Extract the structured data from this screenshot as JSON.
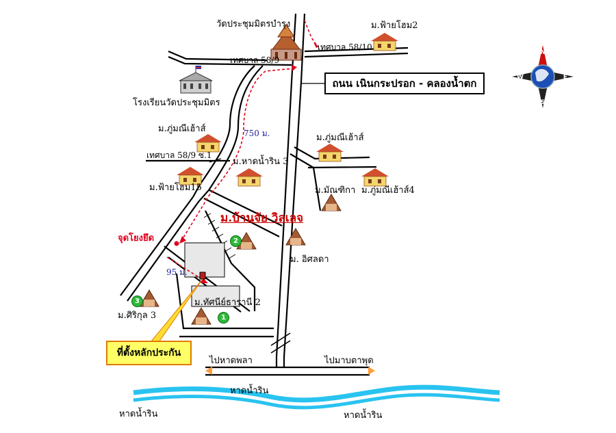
{
  "colors": {
    "road": "#000000",
    "route": "#e0001b",
    "river": "#29c3f0",
    "house_roof": "#d0502e",
    "house_wall": "#f3d66c",
    "num_badge": "#2fb83a",
    "site_box_fill": "#ffff66",
    "site_box_border": "#e07a00"
  },
  "labels": {
    "temple": "วัดประชุมมิตรบำรุง",
    "school": "โรงเรียนวัดประชุมมิตร",
    "tessaban_58_9": "เทศบาล 58/9",
    "tessaban_58_10": "เทศบาล 58/10",
    "tessaban_58_9_soi1": "เทศบาล 58/9 ซ.1",
    "main_road": "ถนน เนินกระปรอก - คลองน้ำตก",
    "dist_750": "750 ม.",
    "dist_95": "95 ม.",
    "phumanee": "ม.ภู่มณีเฮ้าส์",
    "phumanee_right": "ม.ภู่มณีเฮ้าส์",
    "phumanee4": "ม.ภู่มณีเฮ้าส์4",
    "fai_hom2": "ม.ฟ้ายโฮม2",
    "fai_hom15": "ม.ฟ้ายโฮม15",
    "had_namrin3": "ม.หาดน้ำริน 3",
    "manjika": "ม.มัณฑิกา",
    "issaladar": "ม. อิศลดา",
    "ban_chai": "ม.บ้านจัย วิลเลจ",
    "jud_yong_yued": "จุดโยงยึด",
    "siri_kul3": "ม.ศิริกุล 3",
    "tassanee": "ม.ทัศนีย์ธารานี 2",
    "site": "ที่ตั้งหลักประกัน",
    "to_hadphala": "ไปหาดพลา",
    "to_maptaphut": "ไปมาบตาพุด",
    "beach_center": "หาดน้ำริน",
    "beach_left": "หาดน้ำริน",
    "beach_right": "หาดน้ำริน",
    "num1": "1",
    "num2": "2",
    "num3": "3"
  },
  "compass": {
    "north": "N",
    "south": "S",
    "east": "E",
    "west": "W",
    "icon": "compass-rose-icon"
  }
}
